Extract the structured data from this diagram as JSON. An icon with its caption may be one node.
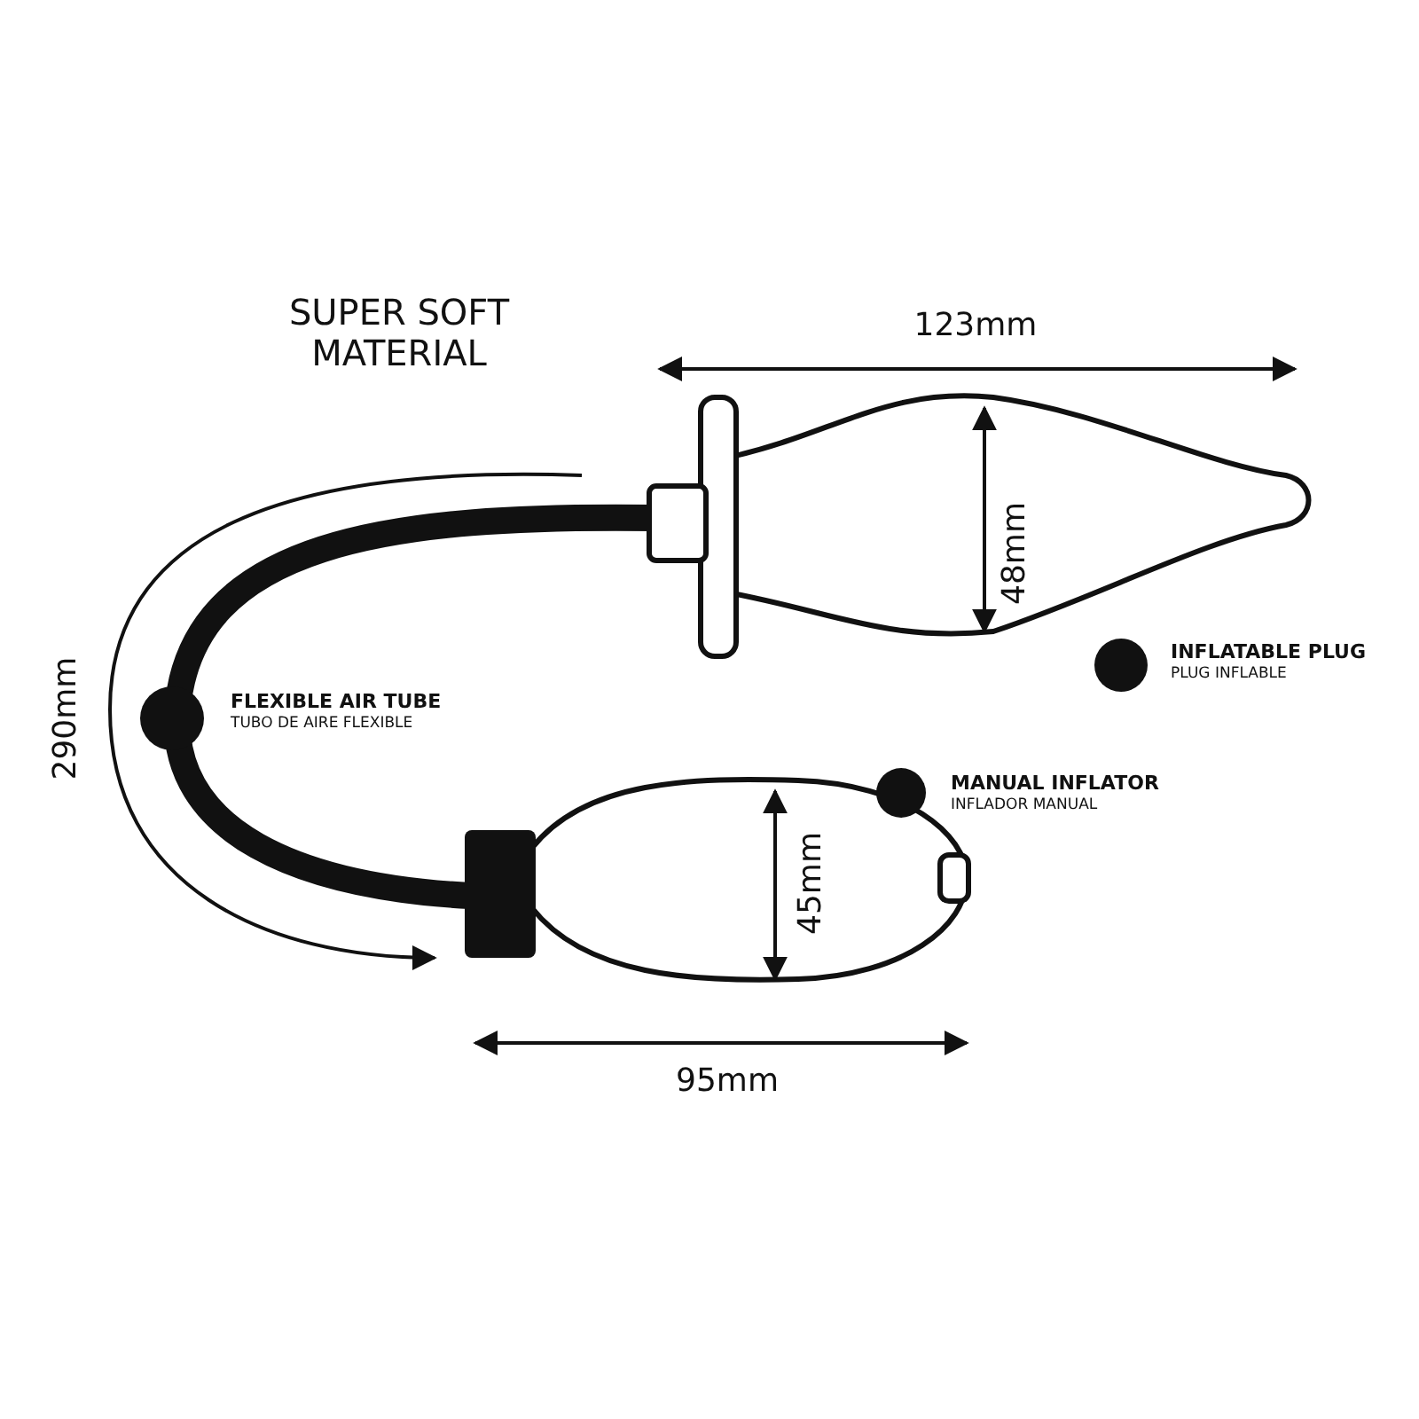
{
  "diagram": {
    "labels": [
      "SUPER SOFT MATERIAL",
      "123mm",
      "48mm",
      "290mm",
      "FLEXIBLE AIR TUBE",
      "TUBO DE AIRE FLEXIBLE",
      "INFLATABLE PLUG",
      "PLUG INFLABLE",
      "MANUAL INFLATOR",
      "INFLADOR MANUAL",
      "45mm",
      "95mm"
    ]
  }
}
